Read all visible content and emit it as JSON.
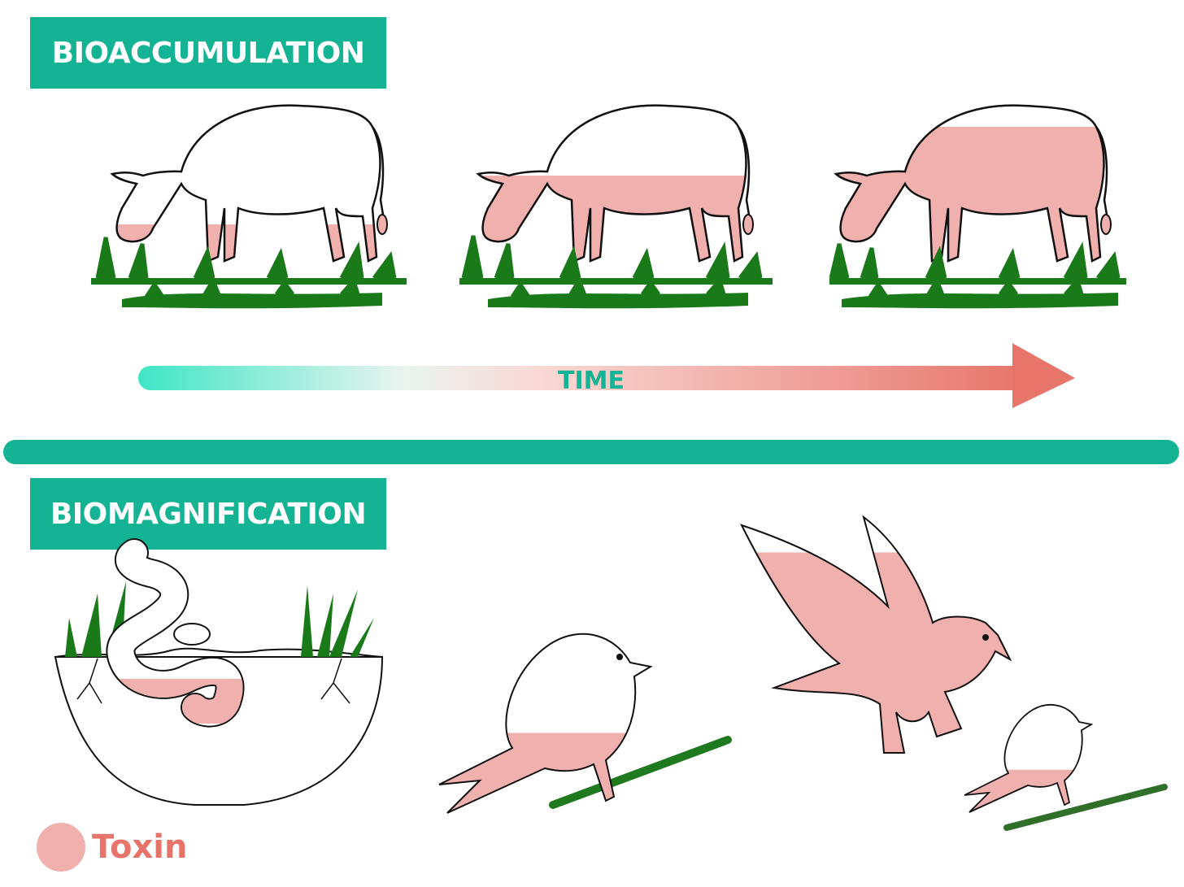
{
  "bioaccumulation": {
    "title": "BIOACCUMULATION",
    "time_label": "TIME"
  },
  "biomagnification": {
    "title": "BIOMAGNIFICATION"
  },
  "legend": {
    "label": "Toxin"
  },
  "colors": {
    "accent": "#13b394",
    "toxin": "#f0b0ad",
    "toxin_text": "#e8736b",
    "grass": "#1a7a1a",
    "branch": "#2f6f2a"
  },
  "cows": [
    {
      "toxin_level": 0.25
    },
    {
      "toxin_level": 0.55
    },
    {
      "toxin_level": 0.85
    }
  ],
  "food_chain": [
    {
      "organism": "worm",
      "toxin_level": 0.25
    },
    {
      "organism": "bird",
      "toxin_level": 0.45
    },
    {
      "organism": "small-bird",
      "toxin_level": 0.4
    },
    {
      "organism": "eagle",
      "toxin_level": 0.85
    }
  ],
  "icons": [
    "cow-icon",
    "grass-icon",
    "worm-icon",
    "soil-icon",
    "bird-icon",
    "eagle-icon",
    "branch-icon",
    "time-arrow-icon"
  ]
}
